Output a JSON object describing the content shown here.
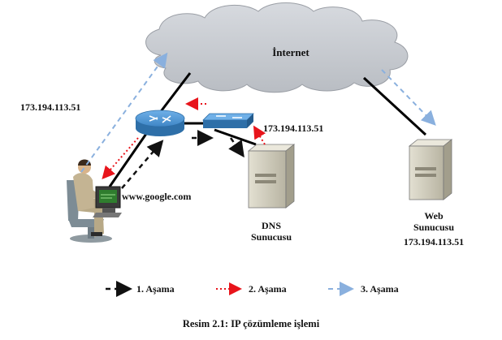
{
  "diagram": {
    "cloud_label": "İnternet",
    "ip_left": "173.194.113.51",
    "ip_middle": "173.194.113.51",
    "query_label": "www.google.com",
    "dns_server": {
      "line1": "DNS",
      "line2": "Sunucusu"
    },
    "web_server": {
      "line1": "Web",
      "line2": "Sunucusu",
      "ip": "173.194.113.51"
    }
  },
  "legend": [
    {
      "label": "1. Aşama",
      "color": "#111111",
      "style": "dashed"
    },
    {
      "label": "2. Aşama",
      "color": "#e8141b",
      "style": "dotted"
    },
    {
      "label": "3. Aşama",
      "color": "#8ab0de",
      "style": "dashed"
    }
  ],
  "caption": "Resim 2.1: IP çözümleme işlemi",
  "colors": {
    "cloud_fill": "#c9ccd1",
    "router_blue": "#3f86c6",
    "server_fill": "#d4d0bf",
    "link_black": "#000000"
  }
}
